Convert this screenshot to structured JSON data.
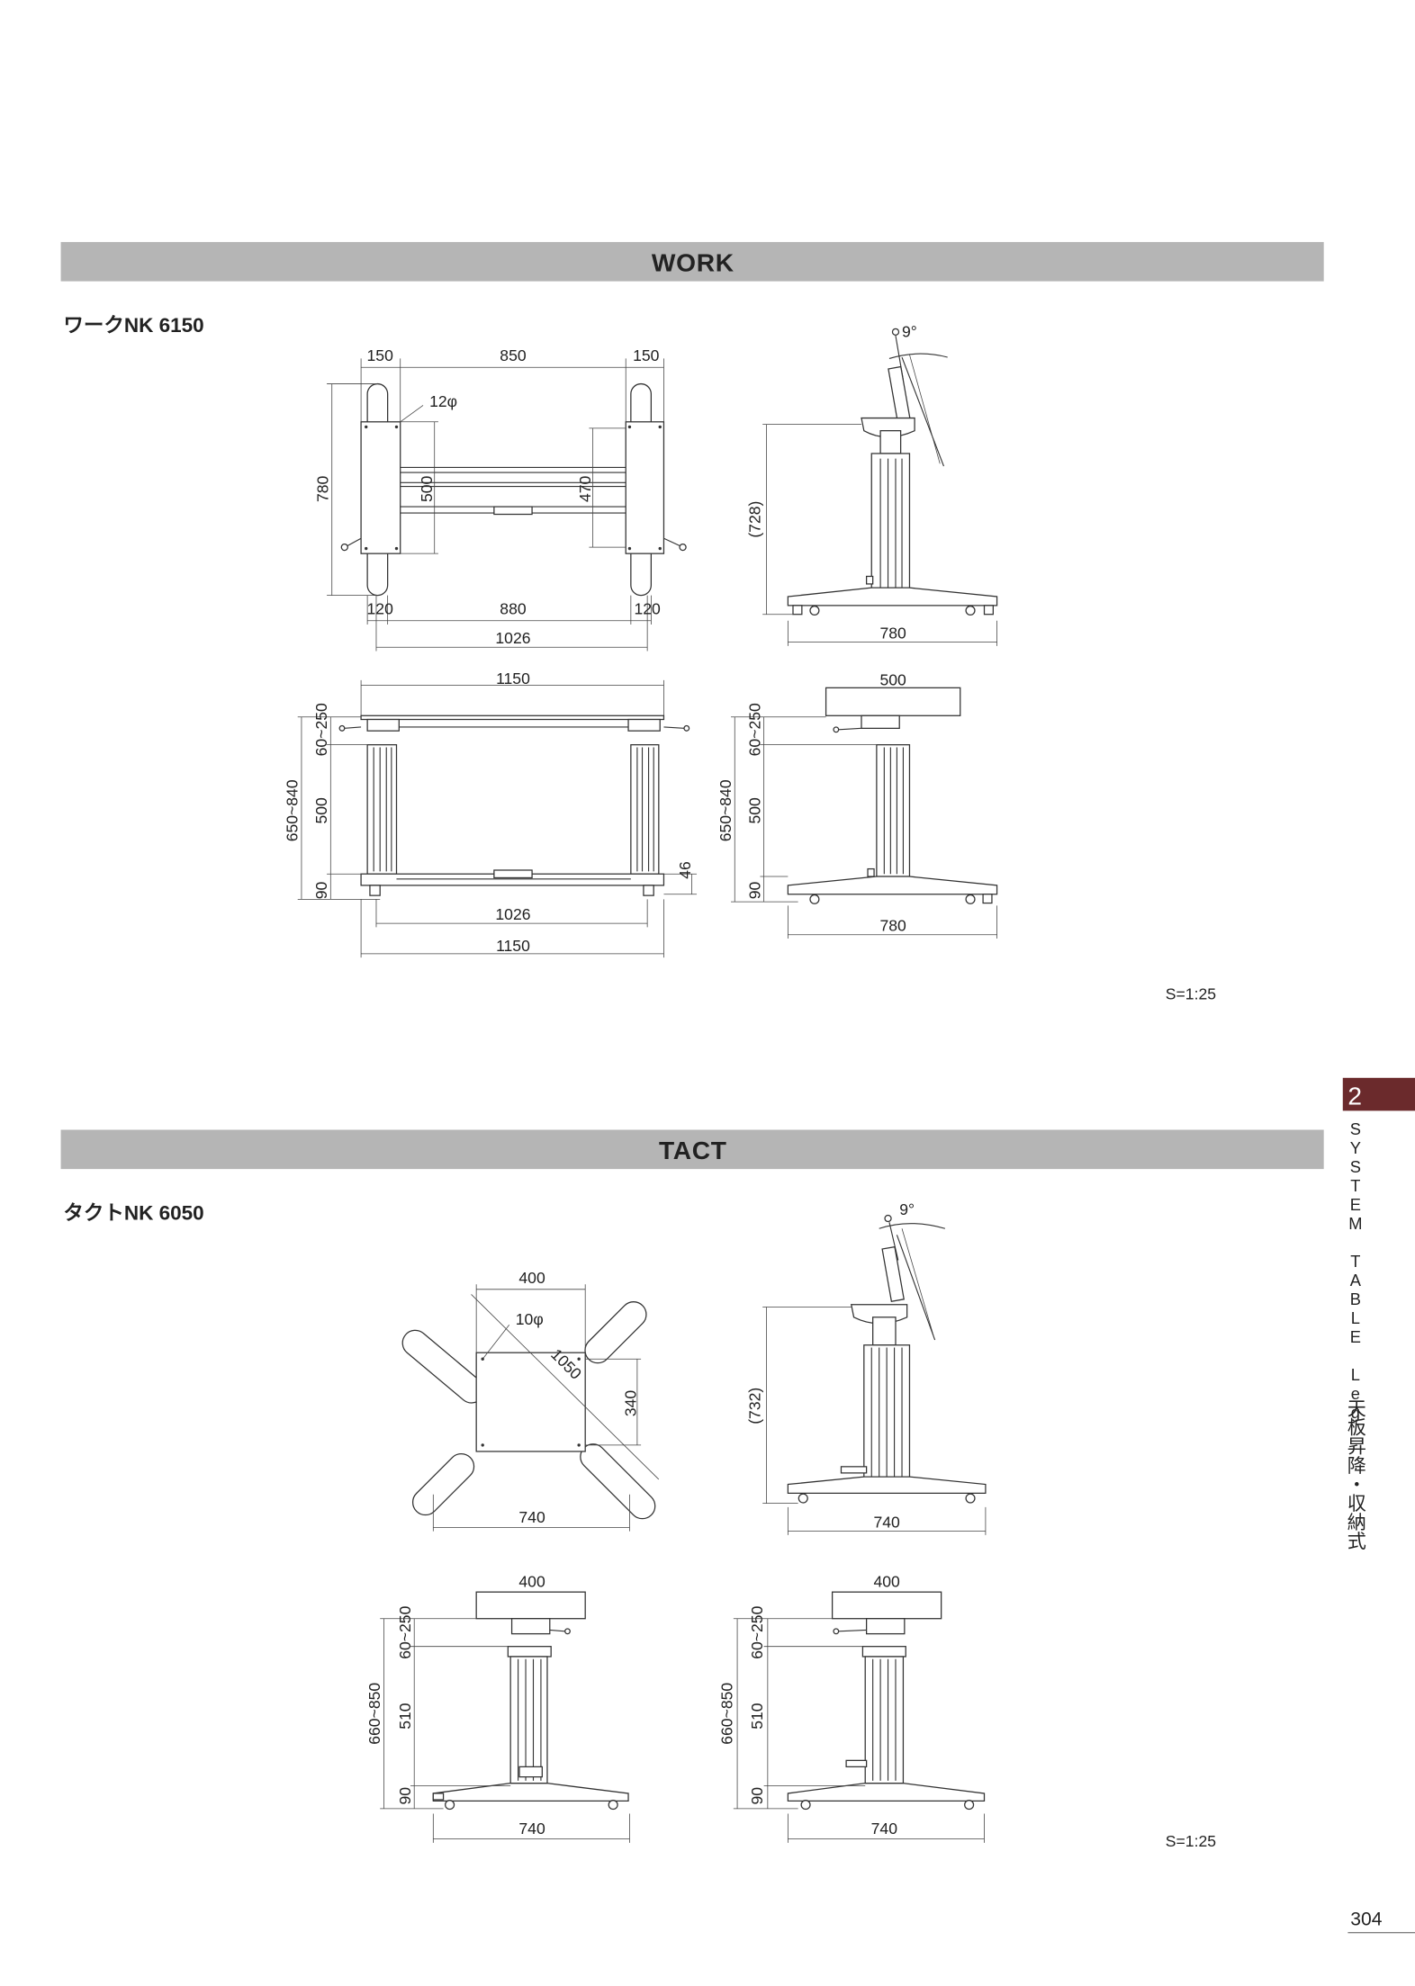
{
  "sections": [
    {
      "title": "WORK",
      "model": "ワークNK 6150",
      "scale": "S=1:25",
      "top_view": {
        "d150a": "150",
        "d850": "850",
        "d150b": "150",
        "hole": "12φ",
        "d780": "780",
        "d500": "500",
        "d470": "470",
        "d120a": "120",
        "d880": "880",
        "d120b": "120",
        "d1026": "1026"
      },
      "side_view": {
        "angle": "9°",
        "height": "(728)",
        "width": "780"
      },
      "front_view": {
        "width_top": "1150",
        "stroke": "60~250",
        "height": "650~840",
        "column": "500",
        "base": "90",
        "bar": "46",
        "inner": "1026",
        "width_bottom": "1150"
      },
      "side_view2": {
        "top": "500",
        "stroke": "60~250",
        "height": "650~840",
        "column": "500",
        "base": "90",
        "width": "780"
      }
    },
    {
      "title": "TACT",
      "model": "タクトNK 6050",
      "scale": "S=1:25",
      "top_view": {
        "d400": "400",
        "hole": "10φ",
        "diag": "1050",
        "d340": "340",
        "d740": "740"
      },
      "side_view": {
        "angle": "9°",
        "height": "(732)",
        "width": "740"
      },
      "front_view": {
        "top": "400",
        "stroke": "60~250",
        "height": "660~850",
        "column": "510",
        "base": "90",
        "width": "740"
      },
      "side_view2": {
        "top": "400",
        "stroke": "60~250",
        "height": "660~850",
        "column": "510",
        "base": "90",
        "width": "740"
      }
    }
  ],
  "side_tab": {
    "number": "2",
    "label": "SYSTEM TABLE Leg",
    "label_jp": "天板昇降・収納式",
    "color": "#6b2a2c"
  },
  "page_number": "304"
}
